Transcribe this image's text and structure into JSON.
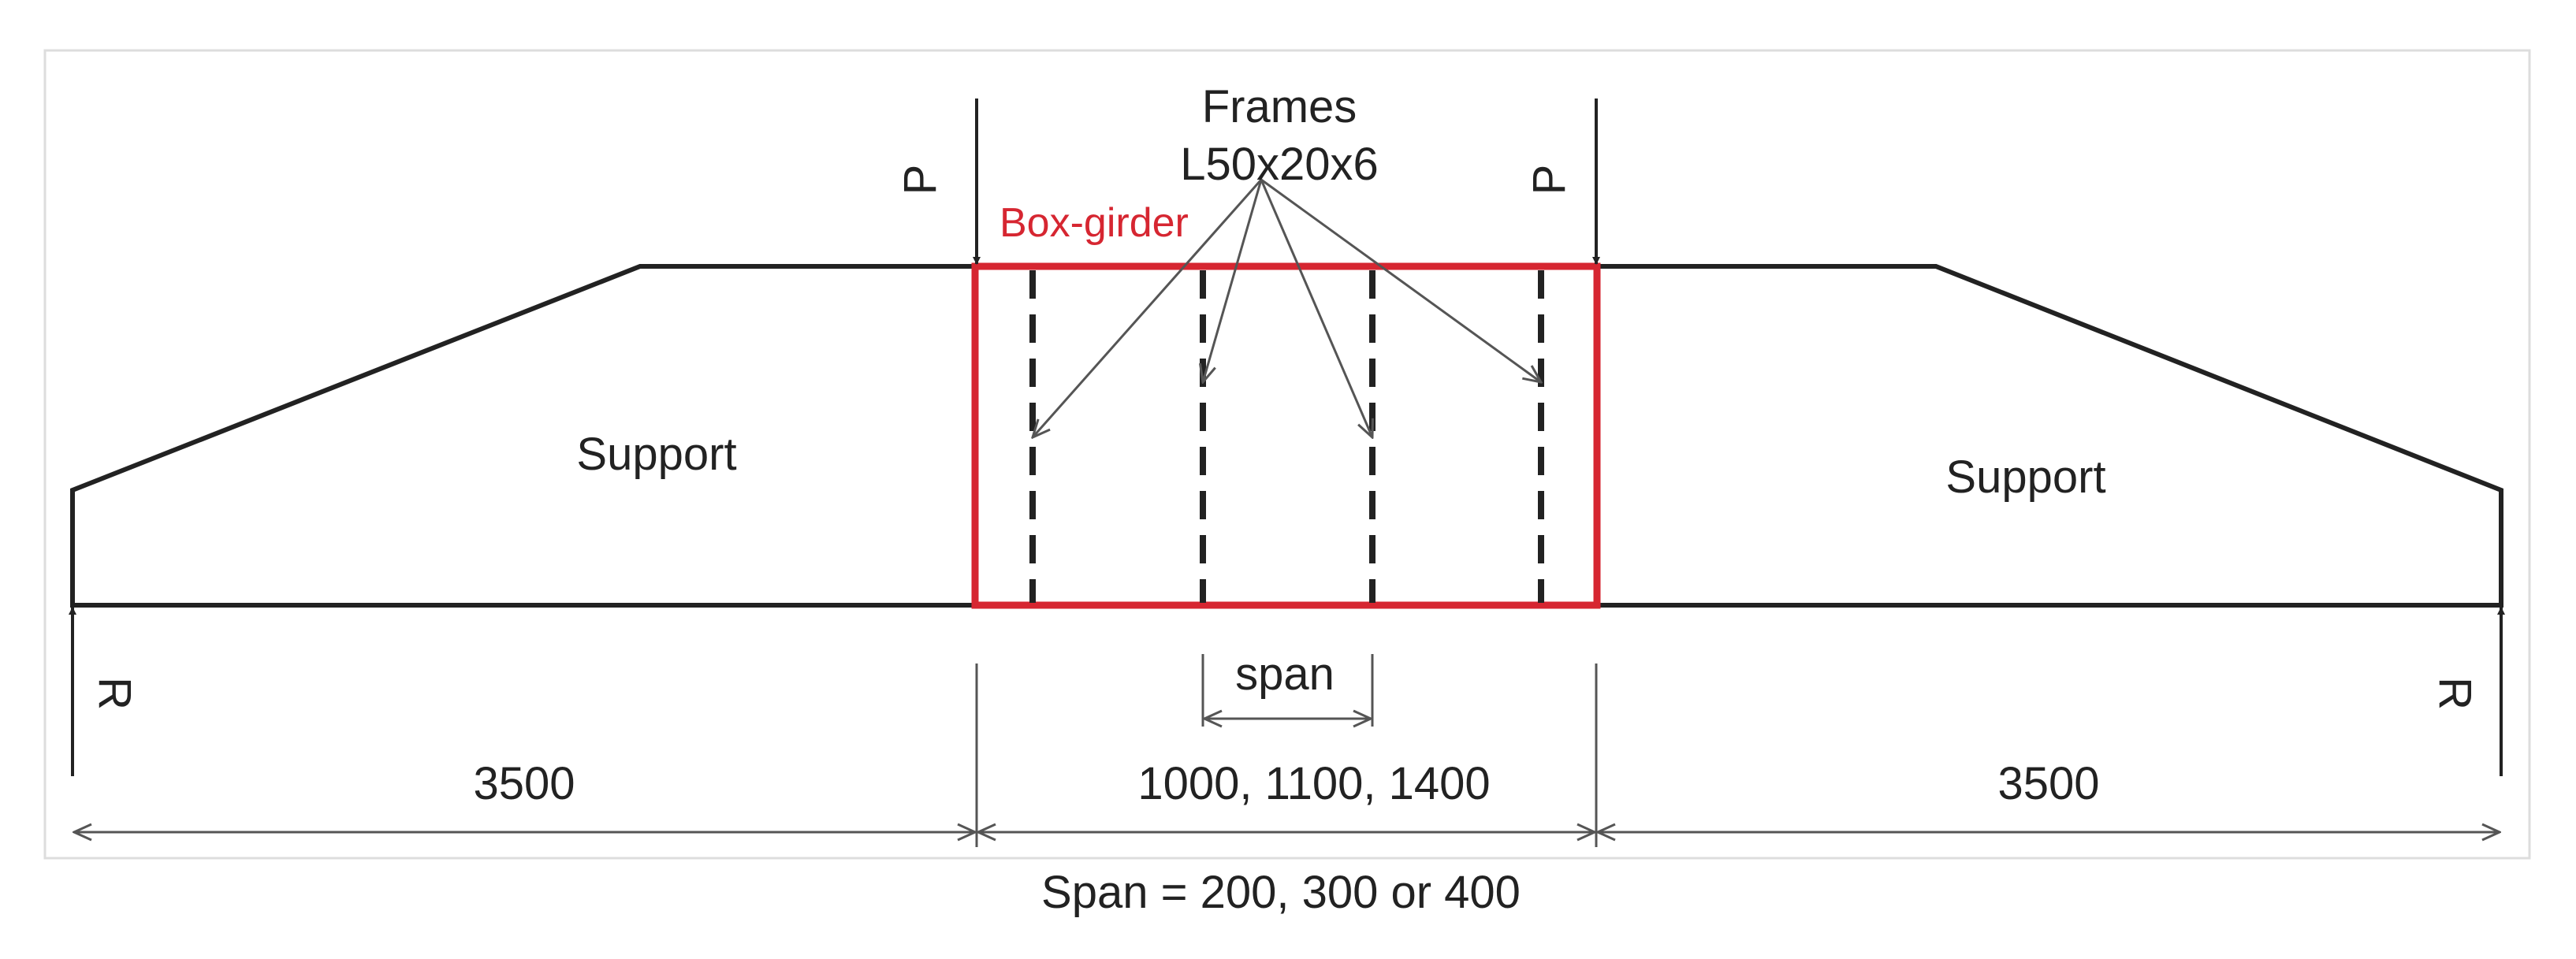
{
  "labels": {
    "frames_line1": "Frames",
    "frames_line2": "L50x20x6",
    "box_girder": "Box-girder",
    "support_left": "Support",
    "support_right": "Support",
    "load_left": "P",
    "load_right": "P",
    "reaction_left": "R",
    "reaction_right": "R",
    "span": "span",
    "dim_left": "3500",
    "dim_middle": "1000, 1100, 1400",
    "dim_right": "3500",
    "caption": "Span = 200, 300 or 400"
  },
  "colors": {
    "outline": "#222222",
    "box_girder": "#d62631",
    "dimension": "#555555",
    "frame_border": "#dddddd"
  }
}
